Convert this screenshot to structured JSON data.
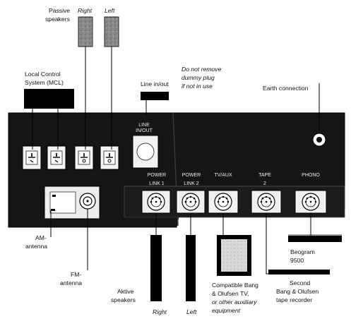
{
  "labels": {
    "passive_speakers_1": "Passive",
    "passive_speakers_2": "speakers",
    "right_top": "Right",
    "left_top": "Left",
    "mcl_1": "Local Control",
    "mcl_2": "System (MCL)",
    "line_in_out": "Line in/out",
    "dummy_1": "Do not remove",
    "dummy_2": "dummy plug",
    "dummy_3": "if not in use",
    "earth": "Earth connection",
    "am_1": "AM-",
    "am_2": "antenna",
    "fm_1": "FM-",
    "fm_2": "antenna",
    "aktive_1": "Aktive",
    "aktive_2": "speakers",
    "right_bottom": "Right",
    "left_bottom": "Left",
    "tv_1": "Compatible Bang",
    "tv_2": "& Olufsen TV,",
    "tv_3": "or other auxiliary",
    "tv_4": "equipment",
    "tape_1": "Second",
    "tape_2": "Bang & Olufsen",
    "tape_3": "tape recorder",
    "beogram_1": "Beogram",
    "beogram_2": "9500"
  },
  "panel": {
    "line_1": "LINE",
    "line_2": "IN/OUT",
    "power1_1": "POWER",
    "power1_2": "LINK 1",
    "power2_1": "POWER",
    "power2_2": "LINK 2",
    "tvaux": "TV/AUX",
    "tape_1": "TAPE",
    "tape_2": "2",
    "phono": "PHONO"
  }
}
